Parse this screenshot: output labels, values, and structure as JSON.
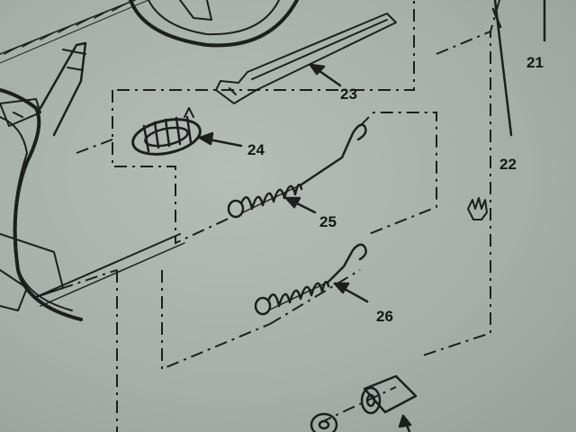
{
  "diagram": {
    "callouts": [
      {
        "id": "21",
        "label": "21"
      },
      {
        "id": "22a",
        "label": "22"
      },
      {
        "id": "22b",
        "label": "22"
      },
      {
        "id": "23",
        "label": "23"
      },
      {
        "id": "24",
        "label": "24"
      },
      {
        "id": "25",
        "label": "25"
      },
      {
        "id": "26",
        "label": "26"
      }
    ],
    "colors": {
      "paper": "#a9b1ad",
      "ink": "#1c1f1e"
    }
  }
}
